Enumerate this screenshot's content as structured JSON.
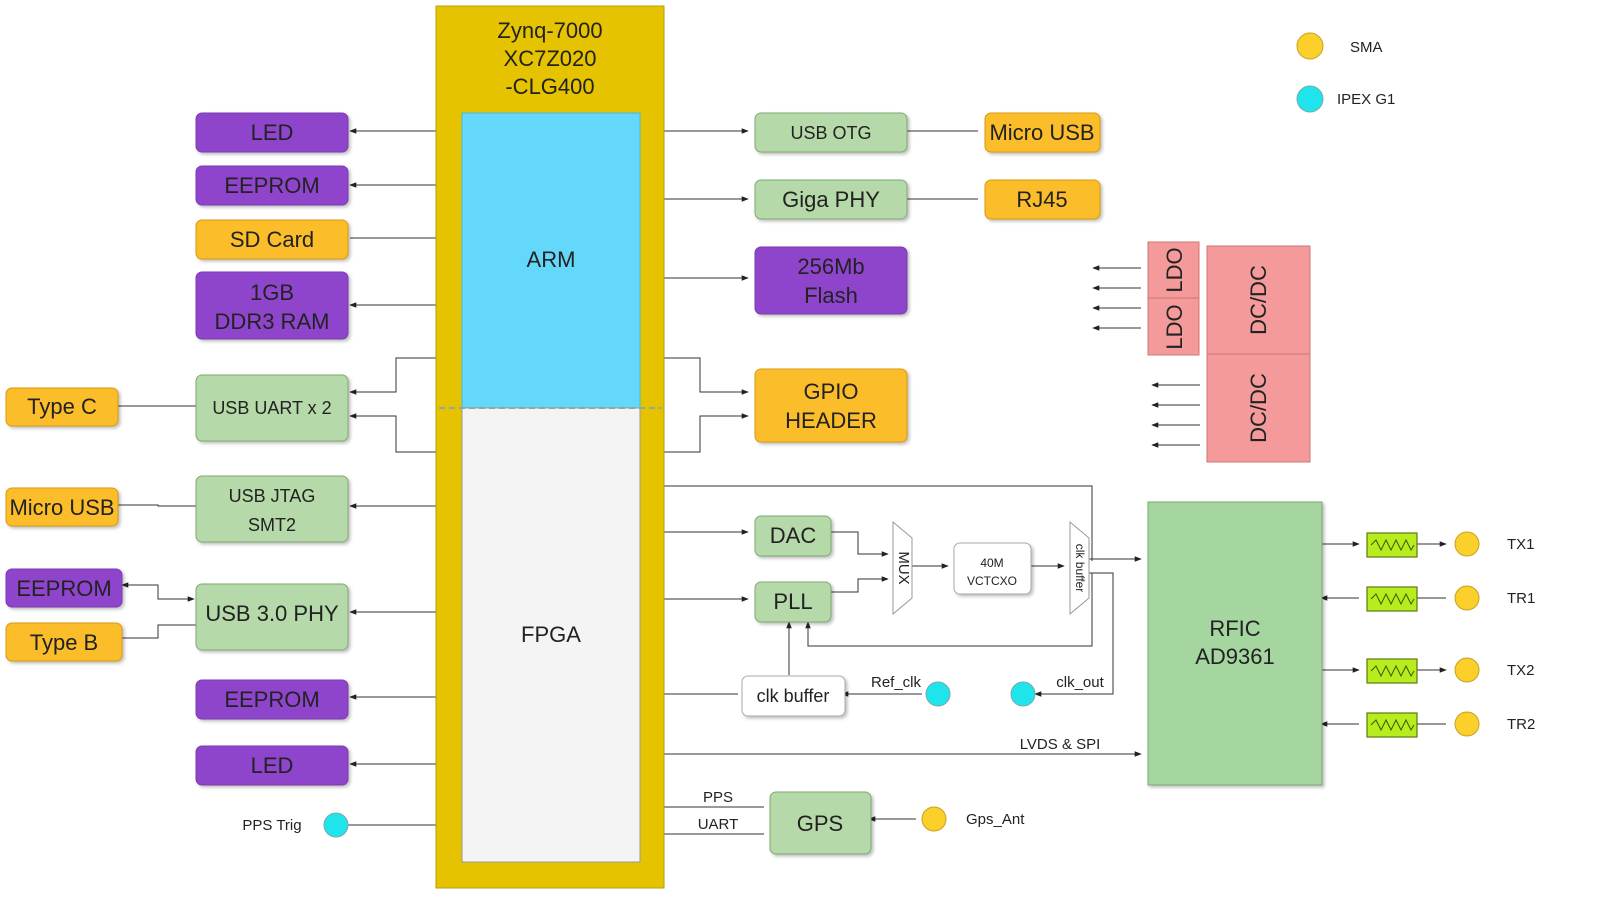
{
  "colors": {
    "zynq": "#e6c300",
    "arm": "#64d8fb",
    "fpga": "#f4f4f4",
    "purple": "#8e44cc",
    "orange": "#fbbd2a",
    "green": "#b5d9a8",
    "pink": "#f49a9a",
    "rfic": "#a6d6a0",
    "filter": "#b7ec1e",
    "sma": "#fbd02b",
    "ipex": "#1fe4ec"
  },
  "zynq": {
    "line1": "Zynq-7000",
    "line2": "XC7Z020",
    "line3": "-CLG400"
  },
  "arm": "ARM",
  "fpga": "FPGA",
  "left": {
    "led1": "LED",
    "eeprom1": "EEPROM",
    "sdcard": "SD Card",
    "ddr_line1": "1GB",
    "ddr_line2": "DDR3 RAM",
    "usb_uart": "USB UART x 2",
    "typec": "Type C",
    "jtag_line1": "USB JTAG",
    "jtag_line2": "SMT2",
    "micro_usb": "Micro USB",
    "eeprom_phy": "EEPROM",
    "usb3phy": "USB 3.0 PHY",
    "typeb": "Type B",
    "eeprom2": "EEPROM",
    "led2": "LED",
    "pps_trig": "PPS Trig"
  },
  "right": {
    "usb_otg": "USB OTG",
    "micro_usb": "Micro USB",
    "giga_phy": "Giga PHY",
    "rj45": "RJ45",
    "flash_line1": "256Mb",
    "flash_line2": "Flash",
    "gpio_line1": "GPIO",
    "gpio_line2": "HEADER",
    "dac": "DAC",
    "pll": "PLL",
    "mux": "MUX",
    "vctcxo_line1": "40M",
    "vctcxo_line2": "VCTCXO",
    "clk_buffer_v": "clk buffer",
    "clk_buffer": "clk buffer",
    "ref_clk": "Ref_clk",
    "clk_out": "clk_out",
    "lvds_spi": "LVDS & SPI",
    "gps": "GPS",
    "pps": "PPS",
    "uart": "UART",
    "gps_ant": "Gps_Ant"
  },
  "power": {
    "ldo1": "LDO",
    "ldo2": "LDO",
    "dcdc1": "DC/DC",
    "dcdc2": "DC/DC"
  },
  "rfic": {
    "line1": "RFIC",
    "line2": "AD9361"
  },
  "ports": {
    "tx1": "TX1",
    "tr1": "TR1",
    "tx2": "TX2",
    "tr2": "TR2"
  },
  "legend": {
    "sma": "SMA",
    "ipex": "IPEX G1"
  }
}
